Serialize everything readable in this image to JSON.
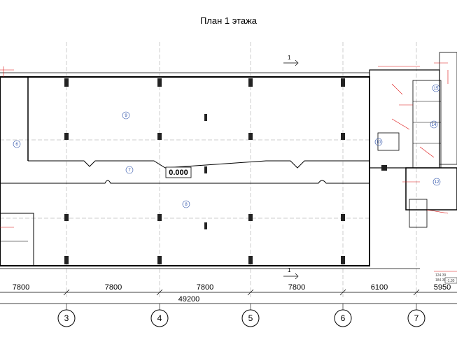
{
  "title": "План 1 этажа",
  "level_mark": "0.000",
  "section_mark": "1",
  "elevation_top": "124.39",
  "elevation_mid": "184.39",
  "elevation_right": "-1.30",
  "spans": [
    "7800",
    "7800",
    "7800",
    "7800",
    "6100",
    "5950"
  ],
  "overall": "49200",
  "axes": [
    "3",
    "4",
    "5",
    "6",
    "7"
  ],
  "rooms": [
    "6",
    "9",
    "7",
    "8",
    "10",
    "12",
    "14",
    "15"
  ],
  "colors": {
    "room_marker": "#2a4fa8",
    "annotation": "#d11",
    "lines": "#000000"
  }
}
